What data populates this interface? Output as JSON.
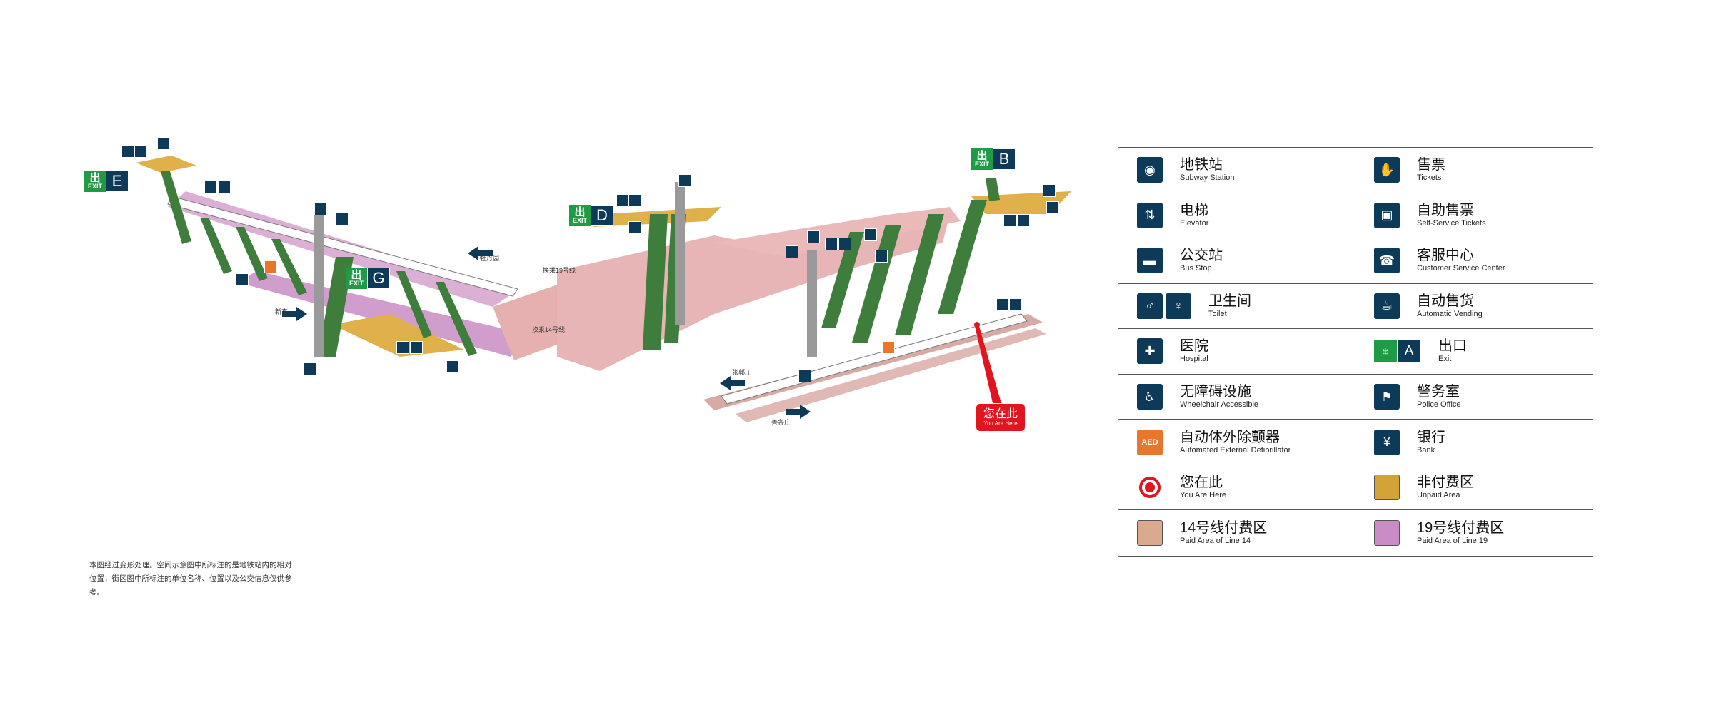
{
  "map": {
    "exits": [
      {
        "id": "E",
        "green_label": "出",
        "green_sub": "EXIT"
      },
      {
        "id": "D",
        "green_label": "出",
        "green_sub": "EXIT"
      },
      {
        "id": "G",
        "green_label": "出",
        "green_sub": "EXIT"
      },
      {
        "id": "B",
        "green_label": "出",
        "green_sub": "EXIT"
      }
    ],
    "you_are_here": {
      "zh": "您在此",
      "en": "You Are Here"
    },
    "directions": [
      "张郭庄",
      "善各庄",
      "新宫",
      "牡丹园",
      "换乘19号线",
      "换乘14号线"
    ],
    "colors": {
      "line14_paid": "#e6b0b0",
      "line19_paid": "#cf97c5",
      "unpaid": "#e0b04a",
      "columns": "#3f7d3d",
      "icon_navy": "#0e3a5a",
      "exit_green": "#1f9a45",
      "here_red": "#e1151f"
    }
  },
  "note": "本图经过变形处理。空间示意图中所标注的是地铁站内的相对位置，街区图中所标注的单位名称、位置以及公交信息仅供参考。",
  "legend": [
    {
      "icon": "subway-icon",
      "zh": "地铁站",
      "en": "Subway Station"
    },
    {
      "icon": "tickets-icon",
      "zh": "售票",
      "en": "Tickets"
    },
    {
      "icon": "elevator-icon",
      "zh": "电梯",
      "en": "Elevator"
    },
    {
      "icon": "self-service-tickets-icon",
      "zh": "自助售票",
      "en": "Self-Service Tickets"
    },
    {
      "icon": "bus-icon",
      "zh": "公交站",
      "en": "Bus Stop"
    },
    {
      "icon": "customer-service-icon",
      "zh": "客服中心",
      "en": "Customer Service Center"
    },
    {
      "icon": "toilet-icon",
      "zh": "卫生间",
      "en": "Toilet"
    },
    {
      "icon": "vending-icon",
      "zh": "自动售货",
      "en": "Automatic Vending"
    },
    {
      "icon": "hospital-icon",
      "zh": "医院",
      "en": "Hospital"
    },
    {
      "icon": "exit-icon",
      "zh": "出口",
      "en": "Exit",
      "exit_label": "A",
      "exit_green": "出"
    },
    {
      "icon": "wheelchair-icon",
      "zh": "无障碍设施",
      "en": "Wheelchair Accessible"
    },
    {
      "icon": "police-icon",
      "zh": "警务室",
      "en": "Police Office"
    },
    {
      "icon": "aed-icon",
      "zh": "自动体外除颤器",
      "en": "Automated External Defibrillator",
      "aed_text": "AED"
    },
    {
      "icon": "bank-icon",
      "zh": "银行",
      "en": "Bank"
    },
    {
      "icon": "you-are-here-icon",
      "zh": "您在此",
      "en": "You Are Here"
    },
    {
      "icon": "unpaid-swatch",
      "zh": "非付费区",
      "en": "Unpaid Area",
      "swatch": "#d3a33a"
    },
    {
      "icon": "line14-swatch",
      "zh": "14号线付费区",
      "en": "Paid Area of Line 14",
      "swatch": "#d9ab8c"
    },
    {
      "icon": "line19-swatch",
      "zh": "19号线付费区",
      "en": "Paid Area of Line 19",
      "swatch": "#c98cc4"
    }
  ]
}
